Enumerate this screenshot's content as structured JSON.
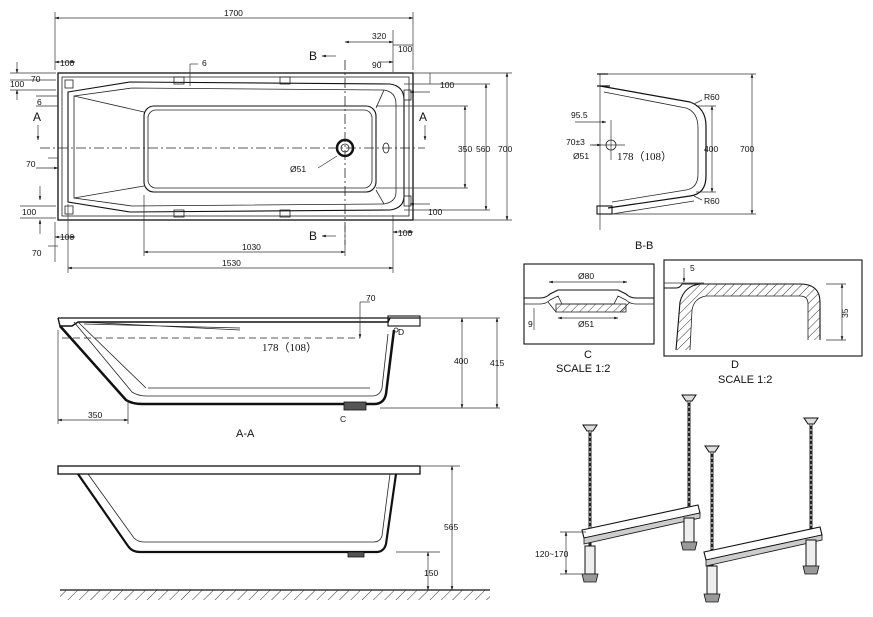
{
  "top_view": {
    "overall_length": "1700",
    "offset_320": "320",
    "offset_100_right": "100",
    "offset_90": "90",
    "offset_6": "6",
    "left_100": "100",
    "left_70": "70",
    "left_100b": "100",
    "left_6": "6",
    "left_70_mid": "70",
    "left_100_low": "100",
    "bottom_left_100": "100",
    "bottom_left_70": "70",
    "right_100": "100",
    "right_350": "350",
    "right_560": "560",
    "right_700": "700",
    "right_100_low": "100",
    "right_100_b": "100",
    "drain_dia": "Ø51",
    "dim_1030": "1030",
    "dim_1530": "1530",
    "section_a": "A",
    "section_b": "B"
  },
  "section_bb": {
    "title": "B-B",
    "dim_95_5": "95.5",
    "dim_70": "70±3",
    "dim_51": "Ø51",
    "depth": "178（108）",
    "r_top": "R60",
    "r_bottom": "R60",
    "dim_400": "400",
    "dim_700": "700"
  },
  "detail_c": {
    "dim_80": "Ø80",
    "dim_51": "Ø51",
    "dim_9": "9",
    "label": "C",
    "scale": "SCALE 1:2"
  },
  "detail_d": {
    "dim_5": "5",
    "dim_35": "35",
    "label": "D",
    "scale": "SCALE 1:2"
  },
  "section_aa": {
    "title": "A-A",
    "dim_70": "70",
    "depth": "178（108）",
    "dim_400": "400",
    "dim_415": "415",
    "dim_350": "350",
    "marker_d": "D",
    "marker_c": "C"
  },
  "side_view": {
    "dim_565": "565",
    "dim_150": "150",
    "dim_leg": "120~170"
  }
}
